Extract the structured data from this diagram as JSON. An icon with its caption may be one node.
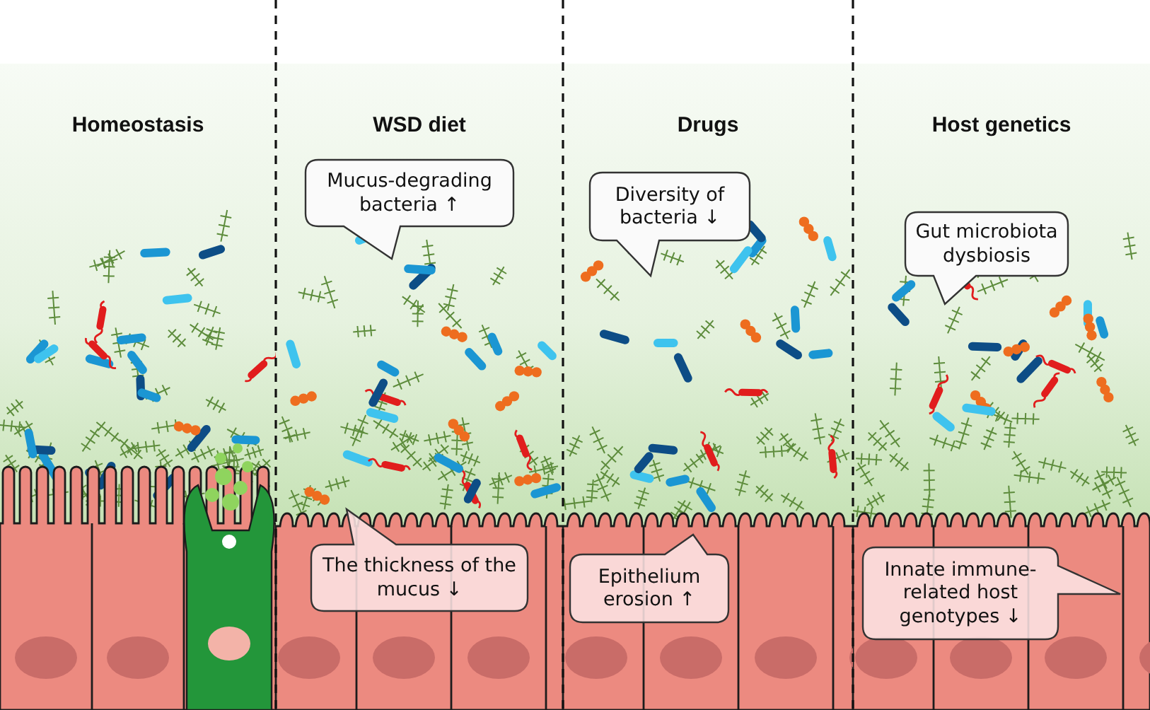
{
  "diagram": {
    "nodes": [
      {
        "text": [
          "Homeostasis"
        ]
      },
      {
        "text": [
          "WSD diet"
        ]
      },
      {
        "text": [
          "Drugs"
        ]
      },
      {
        "text": [
          "Host genetics"
        ]
      },
      {
        "text": [
          "Mucus-degrading bacteria ↑"
        ],
        "in": 1
      },
      {
        "text": [
          "The thickness of the mucus ↓"
        ],
        "in": 1
      },
      {
        "text": [
          "Diversity of bacteria ↓"
        ],
        "in": 2
      },
      {
        "text": [
          "Epithelium erosion ↑"
        ],
        "in": 2
      },
      {
        "text": [
          "Gut microbiota dysbiosis"
        ],
        "in": 3
      },
      {
        "text": [
          "Innate immune-related host genotypes ↓"
        ],
        "in": 3
      }
    ]
  }
}
